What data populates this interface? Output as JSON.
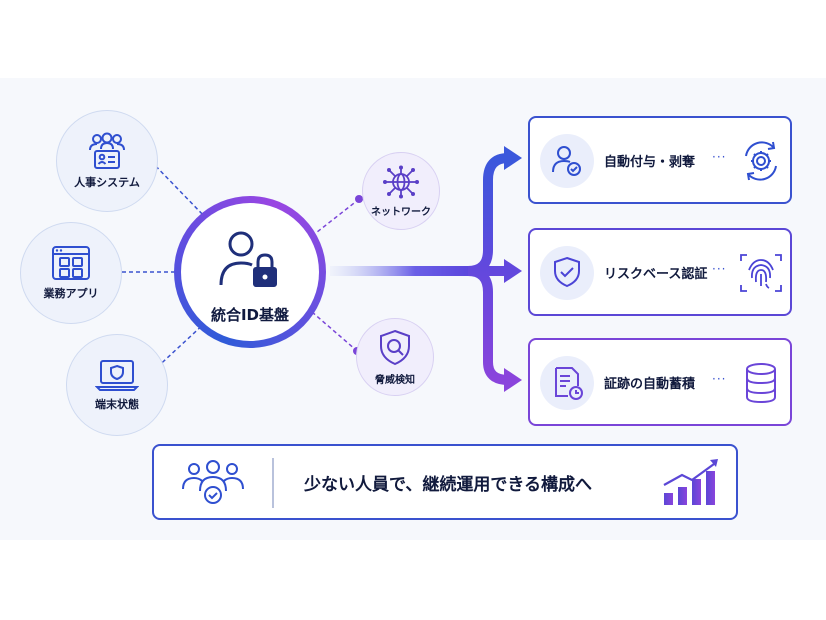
{
  "hub": {
    "label": "統合ID基盤"
  },
  "sources": [
    {
      "label": "人事システム",
      "icon": "users-id-card-icon"
    },
    {
      "label": "業務アプリ",
      "icon": "app-window-grid-icon"
    },
    {
      "label": "端末状態",
      "icon": "laptop-shield-icon"
    }
  ],
  "signals": [
    {
      "label": "ネットワーク",
      "icon": "network-globe-icon"
    },
    {
      "label": "脅威検知",
      "icon": "shield-search-icon"
    }
  ],
  "outcomes": [
    {
      "label": "自動付与・剥奪",
      "dots": "···",
      "icon": "user-check-icon",
      "right_icon": "gear-sync-icon"
    },
    {
      "label": "リスクベース認証",
      "dots": "···",
      "icon": "shield-check-icon",
      "right_icon": "fingerprint-icon"
    },
    {
      "label": "証跡の自動蓄積",
      "dots": "···",
      "icon": "document-clock-icon",
      "right_icon": "database-icon"
    }
  ],
  "summary": {
    "message": "少ない人員で、継続運用できる構成へ",
    "icon": "team-check-icon",
    "right_icon": "growth-bars-icon"
  },
  "colors": {
    "blue": "#2f5bd8",
    "indigo": "#5b47d6",
    "purple": "#8a44dc",
    "navy": "#1f2f7a"
  }
}
